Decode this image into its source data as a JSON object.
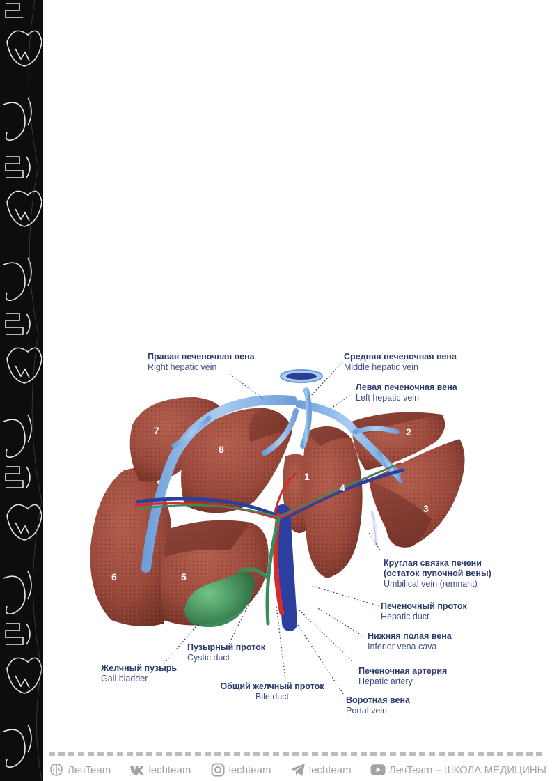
{
  "labels": {
    "right_hepatic_vein": {
      "ru": "Правая печеночная вена",
      "en": "Right hepatic vein"
    },
    "middle_hepatic_vein": {
      "ru": "Средняя печеночная вена",
      "en": "Middle hepatic vein"
    },
    "left_hepatic_vein": {
      "ru": "Левая печеночная вена",
      "en": "Left hepatic vein"
    },
    "umbilical_vein": {
      "ru1": "Круглая связка печени",
      "ru2": "(остаток пупочной вены)",
      "en": "Umbilical vein (remnant)"
    },
    "hepatic_duct": {
      "ru": "Печеночный проток",
      "en": "Hepatic duct"
    },
    "inferior_vena_cava": {
      "ru": "Нижняя полая вена",
      "en": "Inferior vena cava"
    },
    "hepatic_artery": {
      "ru": "Печеночная артерия",
      "en": "Hepatic artery"
    },
    "portal_vein": {
      "ru": "Воротная вена",
      "en": "Portal vein"
    },
    "bile_duct": {
      "ru": "Общий желчный проток",
      "en": "Bile duct"
    },
    "cystic_duct": {
      "ru": "Пузырный проток",
      "en": "Cystic duct"
    },
    "gall_bladder": {
      "ru": "Желчный пузырь",
      "en": "Gall bladder"
    }
  },
  "segments": [
    "1",
    "2",
    "3",
    "4",
    "5",
    "6",
    "7",
    "8"
  ],
  "footer": {
    "items": [
      "ЛечTeam",
      "lechteam",
      "lechteam",
      "lechteam",
      "ЛечTeam – ШКОЛА МЕДИЦИНЫ"
    ]
  },
  "colors": {
    "liver": "#9b4a3c",
    "liver_cut": "#7d3a2f",
    "vein": "#8cb8e8",
    "artery": "#d52b2b",
    "duct": "#3a8d5a",
    "portal": "#2d3f9e",
    "label_dark": "#2b3a6f",
    "label_light": "#3f4f86",
    "footer_text": "#a3a3a3"
  }
}
